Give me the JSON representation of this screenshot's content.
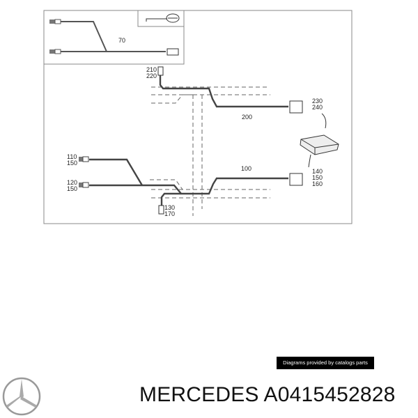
{
  "diagram": {
    "inset_label": "70",
    "labels": {
      "l210": "210",
      "l220": "220",
      "l200": "200",
      "l230": "230",
      "l240": "240",
      "l140": "140",
      "l150a": "150",
      "l160": "160",
      "l100": "100",
      "l130": "130",
      "l170": "170",
      "l110": "110",
      "l150b": "150",
      "l120": "120",
      "l150c": "150"
    }
  },
  "credit": "Diagrams provided by catalogs parts",
  "product": {
    "brand": "MERCEDES",
    "part_number": "A0415452828",
    "title": "MERCEDES A0415452828"
  }
}
